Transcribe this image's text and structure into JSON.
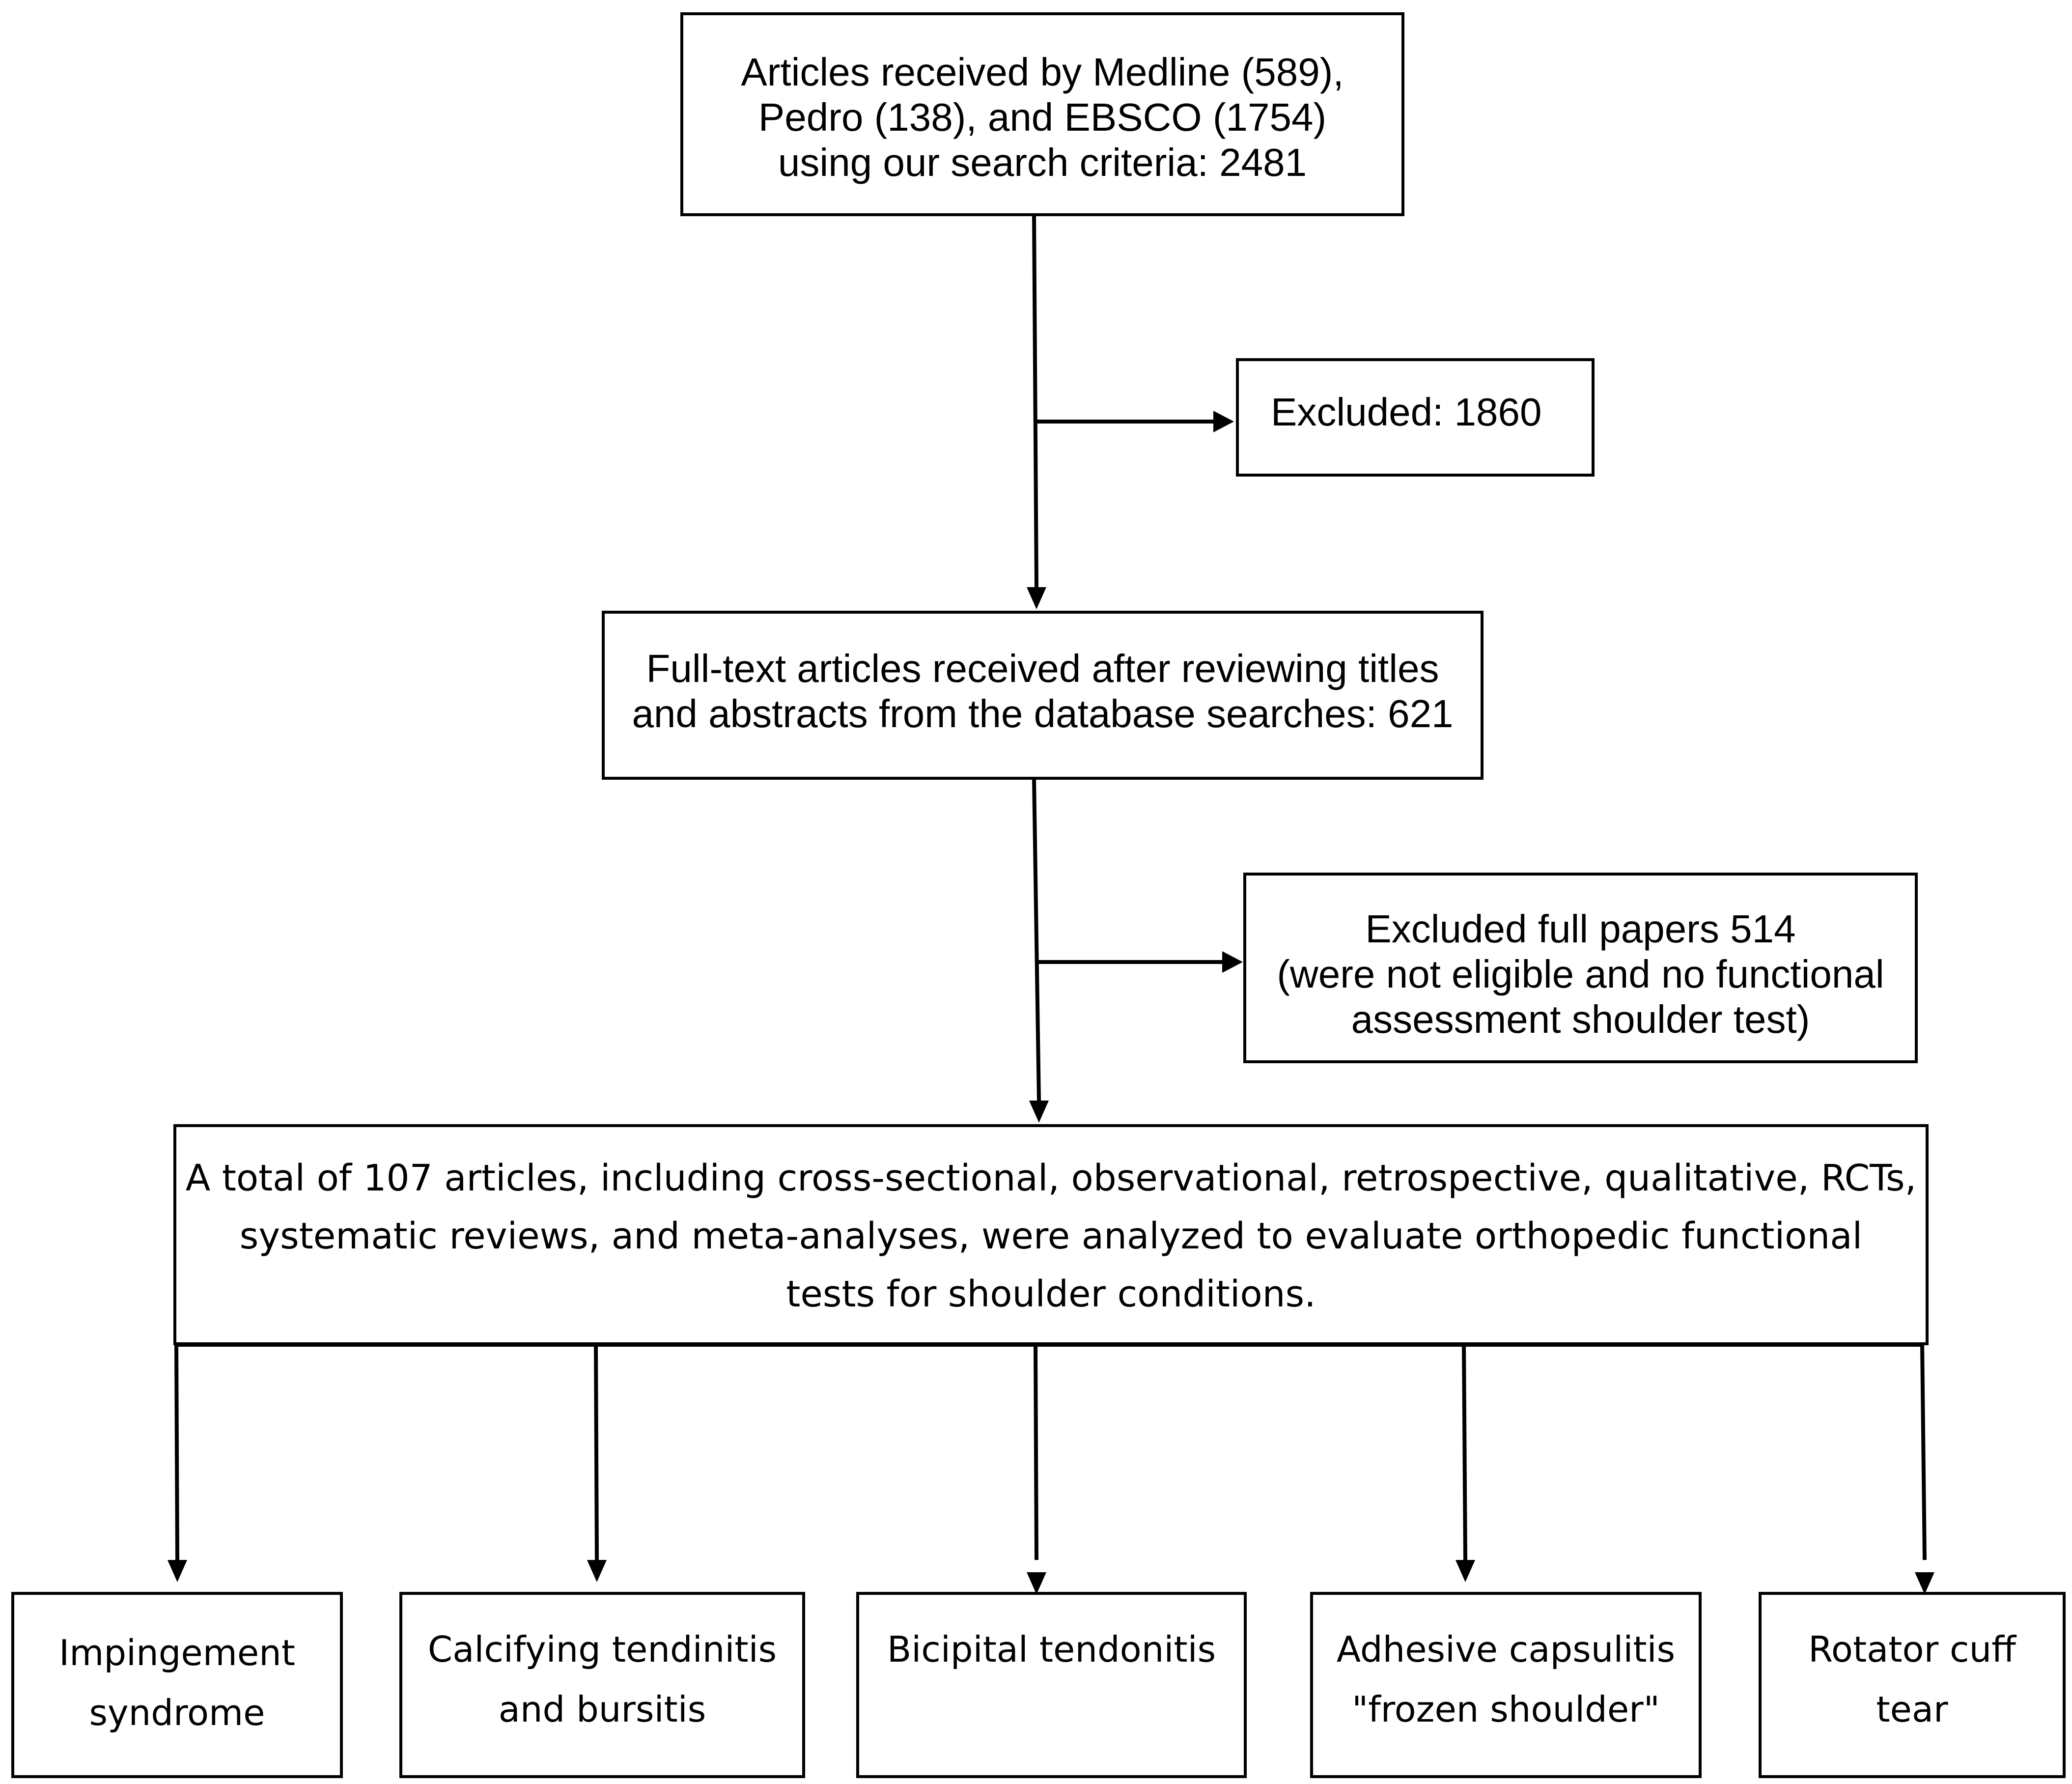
{
  "nodes": {
    "search": {
      "lines": [
        "Articles received by Medline (589),",
        "Pedro (138), and EBSCO (1754)",
        "using our search criteria: 2481"
      ]
    },
    "excluded1": {
      "lines": [
        "Excluded: 1860"
      ]
    },
    "fulltext": {
      "lines": [
        "Full-text articles received after reviewing  titles",
        "and abstracts from the database searches: 621"
      ]
    },
    "excluded2": {
      "lines": [
        "Excluded full papers 514",
        "(were not eligible and no functional",
        "assessment shoulder test)"
      ]
    },
    "analyzed": {
      "lines": [
        "A total of 107 articles, including cross-sectional, observational, retrospective, qualitative, RCTs,",
        "systematic reviews, and meta-analyses, were analyzed to evaluate orthopedic functional",
        "tests for shoulder conditions."
      ]
    },
    "conditions": [
      {
        "lines": [
          "Impingement",
          "syndrome"
        ]
      },
      {
        "lines": [
          "Calcifying tendinitis",
          "and bursitis"
        ]
      },
      {
        "lines": [
          "Bicipital tendonitis"
        ]
      },
      {
        "lines": [
          "Adhesive capsulitis",
          "\"frozen shoulder\""
        ]
      },
      {
        "lines": [
          "Rotator cuff",
          "tear"
        ]
      }
    ]
  },
  "colors": {
    "stroke": "#000000",
    "background": "#ffffff",
    "text": "#000000"
  }
}
